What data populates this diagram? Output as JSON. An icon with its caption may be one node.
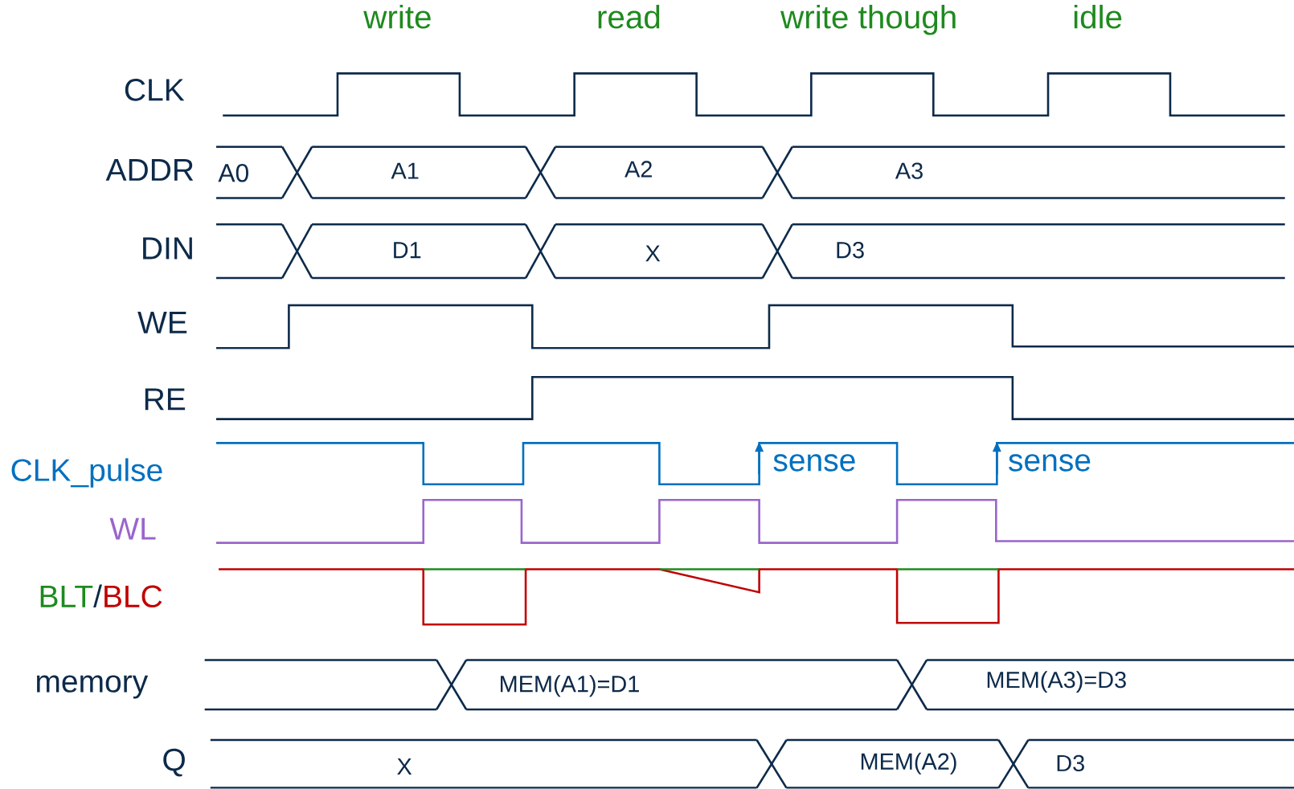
{
  "diagram": {
    "labels": [
      "write",
      "read",
      "write though",
      "idle",
      "CLK",
      "ADDR",
      "A0",
      "A1",
      "A2",
      "A3",
      "DIN",
      "D1",
      "X",
      "D3",
      "WE",
      "RE",
      "CLK_pulse",
      "sense",
      "sense",
      "WL",
      "BLT",
      "/",
      "BLC",
      "memory",
      "MEM(A1)=D1",
      "MEM(A3)=D3",
      "Q",
      "X",
      "MEM(A2)",
      "D3"
    ]
  }
}
